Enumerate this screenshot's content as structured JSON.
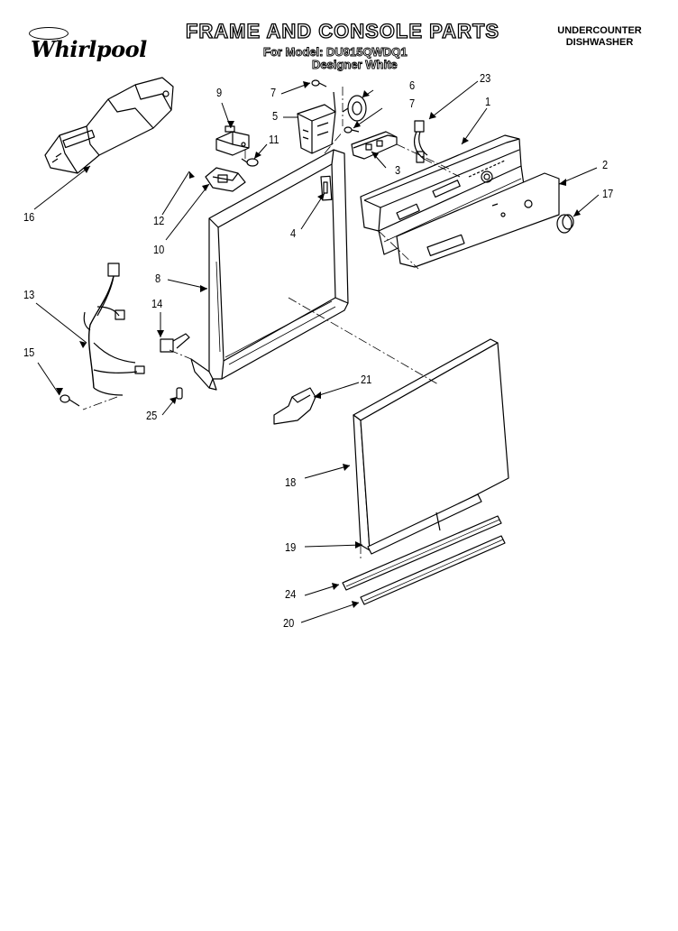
{
  "header": {
    "title": "FRAME AND CONSOLE PARTS",
    "model": "For Model: DU915QWDQ1",
    "variant": "Designer White",
    "product_line1": "UNDERCOUNTER",
    "product_line2": "DISHWASHER",
    "brand": "Whirlpool"
  },
  "callouts": [
    "1",
    "2",
    "3",
    "4",
    "5",
    "6",
    "7",
    "7",
    "8",
    "9",
    "10",
    "11",
    "12",
    "13",
    "14",
    "15",
    "16",
    "17",
    "18",
    "19",
    "20",
    "21",
    "23",
    "24",
    "25"
  ]
}
